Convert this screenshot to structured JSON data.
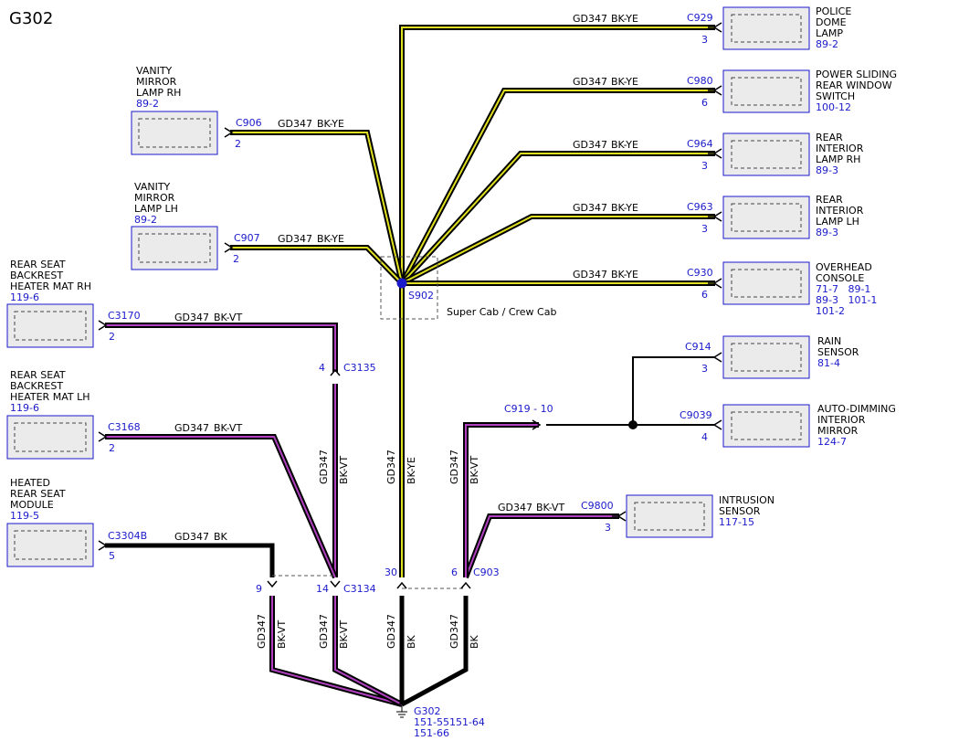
{
  "title": "G302",
  "components": [
    {
      "name": "POLICE DOME LAMP",
      "lines": [
        "POLICE",
        "DOME",
        "LAMP"
      ],
      "page": "89-2"
    },
    {
      "name": "POWER SLIDING REAR WINDOW SWITCH",
      "lines": [
        "POWER SLIDING",
        "REAR WINDOW",
        "SWITCH"
      ],
      "page": "100-12"
    },
    {
      "name": "REAR INTERIOR LAMP RH",
      "lines": [
        "REAR",
        "INTERIOR",
        "LAMP RH"
      ],
      "page": "89-3"
    },
    {
      "name": "REAR INTERIOR LAMP LH",
      "lines": [
        "REAR",
        "INTERIOR",
        "LAMP LH"
      ],
      "page": "89-3"
    },
    {
      "name": "OVERHEAD CONSOLE",
      "lines": [
        "OVERHEAD",
        "CONSOLE"
      ],
      "page_lines": [
        "71-7   89-1",
        "89-3   101-1",
        "101-2"
      ]
    },
    {
      "name": "RAIN SENSOR",
      "lines": [
        "RAIN",
        "SENSOR"
      ],
      "page": "81-4"
    },
    {
      "name": "AUTO-DIMMING INTERIOR MIRROR",
      "lines": [
        "AUTO-DIMMING",
        "INTERIOR",
        "MIRROR"
      ],
      "page": "124-7"
    },
    {
      "name": "INTRUSION SENSOR",
      "lines": [
        "INTRUSION",
        "SENSOR"
      ],
      "page": "117-15"
    },
    {
      "name": "VANITY MIRROR LAMP RH",
      "lines": [
        "VANITY",
        "MIRROR",
        "LAMP RH"
      ],
      "page": "89-2"
    },
    {
      "name": "VANITY MIRROR LAMP LH",
      "lines": [
        "VANITY",
        "MIRROR",
        "LAMP LH"
      ],
      "page": "89-2"
    },
    {
      "name": "REAR SEAT BACKREST HEATER MAT RH",
      "lines": [
        "REAR SEAT",
        "BACKREST",
        "HEATER MAT RH"
      ],
      "page": "119-6"
    },
    {
      "name": "REAR SEAT BACKREST HEATER MAT LH",
      "lines": [
        "REAR SEAT",
        "BACKREST",
        "HEATER MAT LH"
      ],
      "page": "119-6"
    },
    {
      "name": "HEATED REAR SEAT MODULE",
      "lines": [
        "HEATED",
        "REAR SEAT",
        "MODULE"
      ],
      "page": "119-5"
    }
  ],
  "connectors": [
    {
      "id": "C929",
      "pin": "3"
    },
    {
      "id": "C980",
      "pin": "6"
    },
    {
      "id": "C964",
      "pin": "3"
    },
    {
      "id": "C963",
      "pin": "3"
    },
    {
      "id": "C930",
      "pin": "6"
    },
    {
      "id": "C914",
      "pin": "3"
    },
    {
      "id": "C9039",
      "pin": "4"
    },
    {
      "id": "C9800",
      "pin": "3"
    },
    {
      "id": "C906",
      "pin": "2"
    },
    {
      "id": "C907",
      "pin": "2"
    },
    {
      "id": "C3170",
      "pin": "2"
    },
    {
      "id": "C3168",
      "pin": "2"
    },
    {
      "id": "C3304B",
      "pin": "5"
    },
    {
      "id": "C3135",
      "pin": "4"
    },
    {
      "id": "C919 - 10",
      "pin": ""
    },
    {
      "id": "C3134",
      "pin_a": "9",
      "pin_b": "14"
    },
    {
      "id": "C903",
      "pin_a": "30",
      "pin_b": "6"
    }
  ],
  "wire": {
    "circuit": "GD347",
    "bk_ye": "BK-YE",
    "bk_vt": "BK-VT",
    "bk": "BK"
  },
  "splice": {
    "id": "S902",
    "note": "Super Cab / Crew Cab"
  },
  "ground": {
    "id": "G302",
    "pages": [
      "151-55151-64",
      "151-66"
    ]
  },
  "colors": {
    "connector_label": "#1a1acc",
    "wire_yellow": "#e0e020",
    "wire_violet": "#b040c0",
    "wire_black": "#000000",
    "component_fill": "#ebebeb"
  }
}
